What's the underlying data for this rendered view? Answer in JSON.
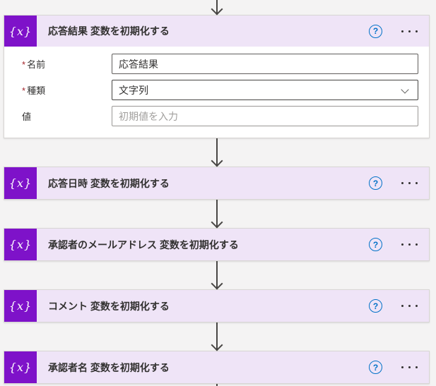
{
  "colors": {
    "canvas_bg": "#F4F3F3",
    "card_header_bg": "#EFE4F7",
    "action_icon_bg": "#7E12C9",
    "action_icon_fg": "#FFFFFF",
    "card_body_bg": "#FFFFFF",
    "title_text": "#323130",
    "required_red": "#A4262C",
    "help_blue": "#0272C8",
    "connector": "#484644",
    "placeholder_text": "#A19F9D"
  },
  "icons": {
    "variable": "{x}",
    "help": "?",
    "required": "*"
  },
  "cards": [
    {
      "title": "応答結果 変数を初期化する",
      "expanded": true,
      "fields": {
        "name": {
          "label": "名前",
          "required": "*",
          "value": "応答結果"
        },
        "type": {
          "label": "種類",
          "required": "*",
          "value": "文字列"
        },
        "value": {
          "label": "値",
          "placeholder": "初期値を入力",
          "value": ""
        }
      }
    },
    {
      "title": "応答日時 変数を初期化する",
      "expanded": false
    },
    {
      "title": "承認者のメールアドレス 変数を初期化する",
      "expanded": false
    },
    {
      "title": "コメント 変数を初期化する",
      "expanded": false
    },
    {
      "title": "承認者名 変数を初期化する",
      "expanded": false
    }
  ]
}
